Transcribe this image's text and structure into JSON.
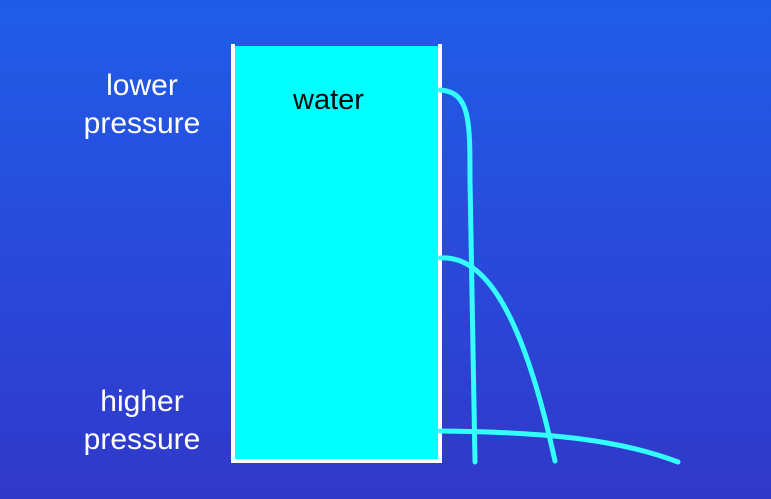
{
  "labels": {
    "lower_line1": "lower",
    "lower_line2": "pressure",
    "higher_line1": "higher",
    "higher_line2": "pressure",
    "water": "water"
  },
  "colors": {
    "water": "#00ffff",
    "stream": "#33ffff",
    "wall": "#ffffff",
    "background_top": "#1f5de6",
    "background_bottom": "#3038c8",
    "text_light": "#ffffff",
    "text_dark": "#0a0a0a"
  }
}
